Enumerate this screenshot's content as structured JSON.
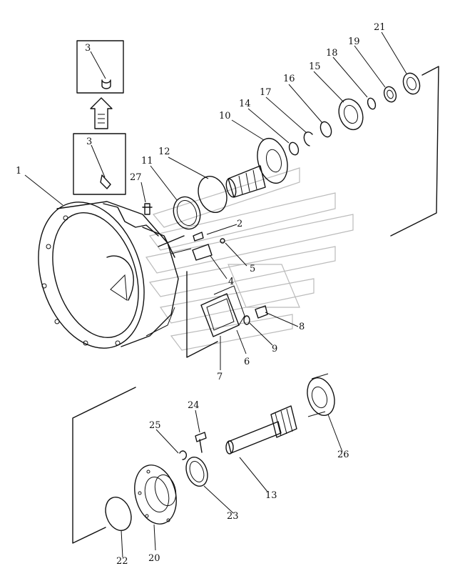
{
  "labels": {
    "p1": "1",
    "p2": "2",
    "p3a": "3",
    "p3b": "3",
    "p4": "4",
    "p5": "5",
    "p6": "6",
    "p7": "7",
    "p8": "8",
    "p9": "9",
    "p10": "10",
    "p11": "11",
    "p12": "12",
    "p13": "13",
    "p14": "14",
    "p15": "15",
    "p16": "16",
    "p17": "17",
    "p18": "18",
    "p19": "19",
    "p20": "20",
    "p21": "21",
    "p22": "22",
    "p23": "23",
    "p24": "24",
    "p25": "25",
    "p26": "26",
    "p27": "27"
  }
}
